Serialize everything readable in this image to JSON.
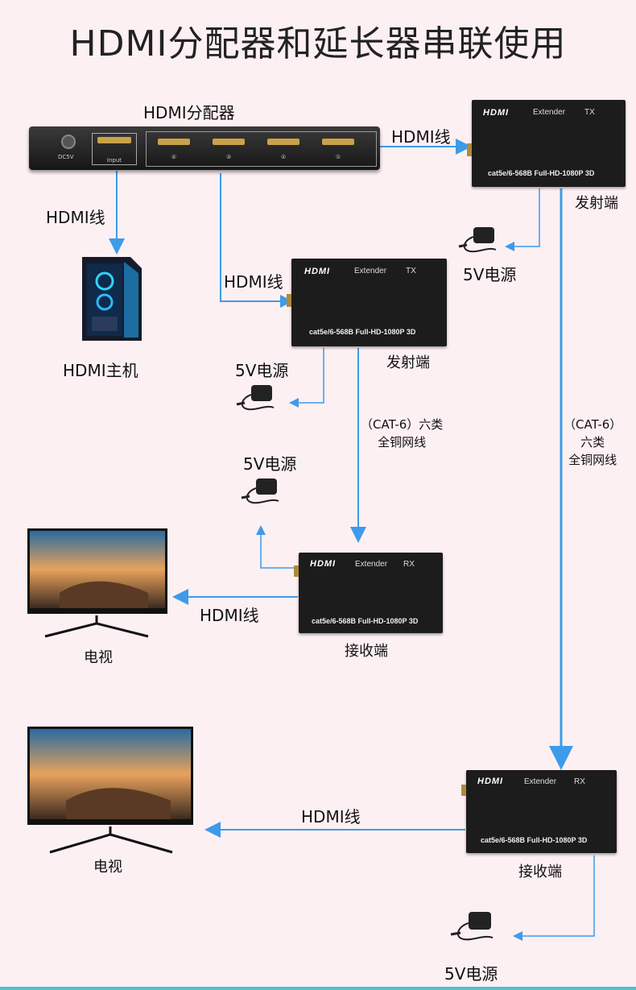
{
  "title": "HDMI分配器和延长器串联使用",
  "labels": {
    "splitter": "HDMI分配器",
    "hdmi_cable_1": "HDMI线",
    "hdmi_cable_2": "HDMI线",
    "hdmi_cable_3": "HDMI线",
    "hdmi_cable_4": "HDMI线",
    "hdmi_cable_5": "HDMI线",
    "host": "HDMI主机",
    "tx1_caption": "发射端",
    "tx2_caption": "发射端",
    "rx1_caption": "接收端",
    "rx2_caption": "接收端",
    "power_1": "5V电源",
    "power_2": "5V电源",
    "power_3": "5V电源",
    "power_4": "5V电源",
    "tv_1": "电视",
    "tv_2": "电视",
    "cat6_mid_line1": "（CAT-6）六类",
    "cat6_mid_line2": "全铜网线",
    "cat6_right_line1": "（CAT-6）",
    "cat6_right_line2": "六类",
    "cat6_right_line3": "全铜网线"
  },
  "splitter_device": {
    "dc_label": "DC5V",
    "input_label": "Input",
    "outputs": [
      "④",
      "③",
      "②",
      "①"
    ]
  },
  "extender_tx": {
    "brand": "HDMI",
    "model": "Extender",
    "type": "TX",
    "spec": "cat5e/6-568B Full-HD-1080P  3D"
  },
  "extender_rx": {
    "brand": "HDMI",
    "model": "Extender",
    "type": "RX",
    "spec": "cat5e/6-568B Full-HD-1080P  3D"
  },
  "colors": {
    "background": "#fdf0f3",
    "arrow": "#3d9be9",
    "device": "#1c1c1c",
    "port": "#c9a24a"
  }
}
